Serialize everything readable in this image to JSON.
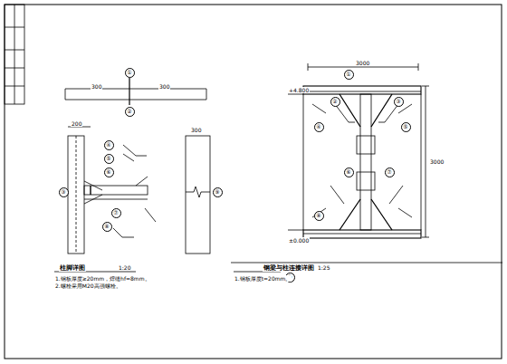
{
  "diagram": {
    "nodes": [
      {
        "text": [
          "①"
        ]
      },
      {
        "text": [
          "②"
        ]
      },
      {
        "text": [
          "③"
        ]
      },
      {
        "text": [
          "④"
        ]
      },
      {
        "text": [
          "⑤"
        ]
      },
      {
        "text": [
          "⑥"
        ]
      },
      {
        "text": [
          "⑦"
        ]
      },
      {
        "text": [
          "⑧"
        ]
      },
      {
        "text": [
          "⑨"
        ]
      },
      {
        "text": [
          "①"
        ]
      },
      {
        "text": [
          "②"
        ]
      },
      {
        "text": [
          "③"
        ]
      },
      {
        "text": [
          "④"
        ]
      },
      {
        "text": [
          "⑤"
        ]
      },
      {
        "text": [
          "⑥"
        ]
      },
      {
        "text": [
          "⑦"
        ]
      },
      {
        "text": [
          "⑧"
        ]
      },
      {
        "text": [
          "⑩"
        ]
      }
    ],
    "labels": [
      "300",
      "300",
      "200",
      "柱脚详图",
      "1:20",
      "1.钢板厚度≥20mm，焊缝hf=8mm。",
      "2.螺栓采用M20高强螺栓。",
      "300",
      "3000",
      "3000",
      "+4.800",
      "±0.000",
      "钢梁与柱连接详图",
      "1:25",
      "1.钢板厚度t=20mm。"
    ]
  }
}
